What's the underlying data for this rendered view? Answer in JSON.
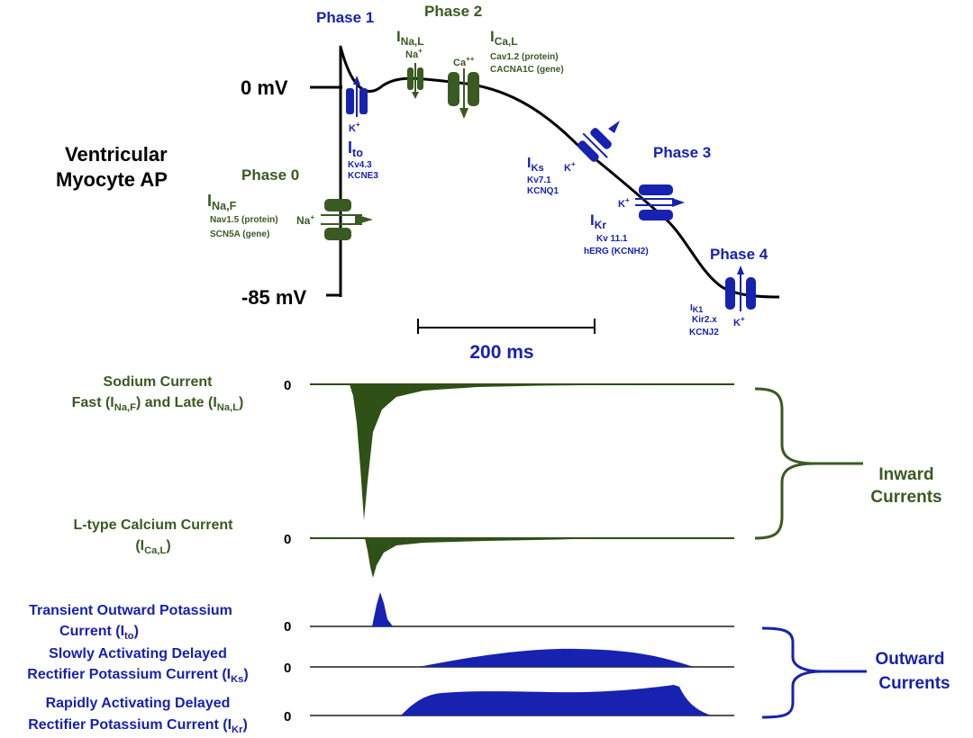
{
  "title_left": {
    "line1": "Ventricular",
    "line2": "Myocyte AP"
  },
  "voltage": {
    "zero": "0 mV",
    "rest": "-85 mV"
  },
  "scale_bar": "200 ms",
  "phases": {
    "p0": "Phase 0",
    "p1": "Phase 1",
    "p2": "Phase 2",
    "p3": "Phase 3",
    "p4": "Phase 4"
  },
  "channels": {
    "inaf": {
      "main": "I",
      "sub": "Na,F",
      "protein": "Nav1.5 (protein)",
      "gene": "SCN5A (gene)",
      "ion": "Na",
      "charge": "+"
    },
    "inal": {
      "main": "I",
      "sub": "Na,L",
      "ion": "Na",
      "charge": "+"
    },
    "ical": {
      "main": "I",
      "sub": "Ca,L",
      "protein": "Cav1.2 (protein)",
      "gene": "CACNA1C (gene)",
      "ion": "Ca",
      "charge": "++"
    },
    "ito": {
      "main": "I",
      "sub": "to",
      "protein": "Kv4.3",
      "gene": "KCNE3",
      "ion": "K",
      "charge": "+"
    },
    "iks": {
      "main": "I",
      "sub": "Ks",
      "protein": "Kv7.1",
      "gene": "KCNQ1",
      "ion": "K",
      "charge": "+"
    },
    "ikr": {
      "main": "I",
      "sub": "Kr",
      "protein": "Kv 11.1",
      "gene": "hERG (KCNH2)",
      "ion": "K",
      "charge": "+"
    },
    "ik1": {
      "main": "I",
      "sub": "K1",
      "protein": "Kir2.x",
      "gene": "KCNJ2",
      "ion": "K",
      "charge": "+"
    }
  },
  "currents": {
    "sodium": {
      "line1": "Sodium Current",
      "pre": "Fast (I",
      "s1": "Na,F",
      "mid": ") and Late (I",
      "s2": "Na,L",
      "post": ")",
      "zero": "0"
    },
    "calcium": {
      "line1": "L-type Calcium Current",
      "pre": "(I",
      "sub": "Ca,L",
      "post": ")",
      "zero": "0"
    },
    "ito": {
      "line1": "Transient Outward Potassium",
      "pre": "Current (I",
      "sub": "to",
      "post": ")",
      "zero": "0"
    },
    "iks": {
      "line1": "Slowly Activating Delayed",
      "pre": "Rectifier Potassium Current (I",
      "sub": "Ks",
      "post": ")",
      "zero": "0"
    },
    "ikr": {
      "line1": "Rapidly Activating Delayed",
      "pre": "Rectifier Potassium Current (I",
      "sub": "Kr",
      "post": ")",
      "zero": "0"
    }
  },
  "groups": {
    "inward": {
      "line1": "Inward",
      "line2": "Currents"
    },
    "outward": {
      "line1": "Outward",
      "line2": "Currents"
    }
  },
  "colors": {
    "green": "#3a5a22",
    "blue": "#1722b0",
    "black": "#000000"
  }
}
